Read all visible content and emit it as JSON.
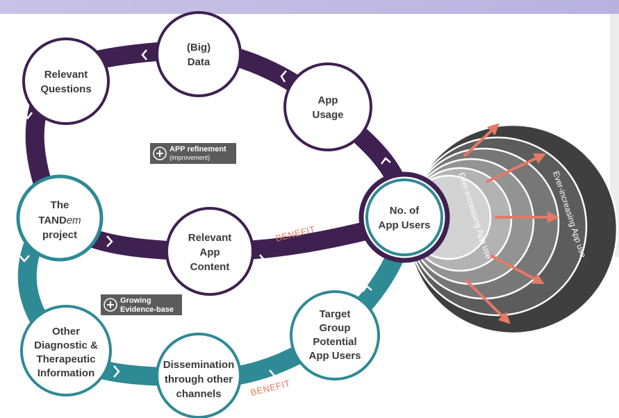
{
  "colors": {
    "loop_purple": "#3e2150",
    "loop_teal": "#2e8a95",
    "arrow_orange": "#e47a66",
    "badge_gray": "#5b5b5b",
    "outer_gray": "#3f3f3f",
    "chevron": "#ffffff"
  },
  "nodes": {
    "big_data": [
      "(Big)",
      "Data"
    ],
    "app_usage": [
      "App",
      "Usage"
    ],
    "relevant_questions": [
      "Relevant",
      "Questions"
    ],
    "tandem_project": [
      "The",
      "TAND",
      "em",
      "project"
    ],
    "relevant_app_content": [
      "Relevant",
      "App",
      "Content"
    ],
    "no_app_users": [
      "No. of",
      "App Users"
    ],
    "other_diagnostic": [
      "Other",
      "Diagnostic &",
      "Therapeutic",
      "Information"
    ],
    "dissemination": [
      "Dissemination",
      "through other",
      "channels"
    ],
    "target_group": [
      "Target",
      "Group",
      "Potential",
      "App Users"
    ]
  },
  "badges": {
    "app_refinement": {
      "title": "APP refinement",
      "subtitle": "(improvement)",
      "icon": "plus-cycle-icon"
    },
    "growing_evidence": {
      "line1": "Growing",
      "line2": "Evidence-base",
      "icon": "plus-cycle-icon"
    }
  },
  "benefit_label": "BENEFIT",
  "rings": {
    "inner_label": "Ever-increasing App use",
    "outer_label": "Ever-increasing App use"
  }
}
